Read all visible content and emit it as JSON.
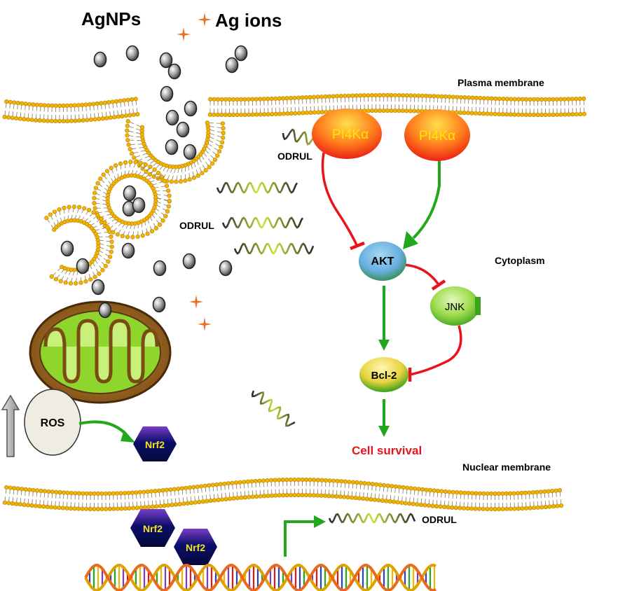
{
  "title_left": "AgNPs",
  "title_right": "Ag ions",
  "plasma_membrane": "Plasma membrane",
  "nuclear_membrane": "Nuclear membrane",
  "cytoplasm": "Cytoplasm",
  "odrul_1": "ODRUL",
  "odrul_2": "ODRUL",
  "odrul_3": "ODRUL",
  "pi4ka_1": "PI4Kα",
  "pi4ka_2": "PI4Kα",
  "akt": "AKT",
  "jnk": "JNK",
  "bcl2": "Bcl-2",
  "cell_survival": "Cell survival",
  "ros": "ROS",
  "nrf2_1": "Nrf2",
  "nrf2_2": "Nrf2",
  "nrf2_3": "Nrf2",
  "colors": {
    "activation": "#22a81c",
    "inhibition": "#e8141c",
    "membrane_head": "#f2b400",
    "nanoparticle": "#7f7f7f",
    "ion": "#e8712a"
  }
}
